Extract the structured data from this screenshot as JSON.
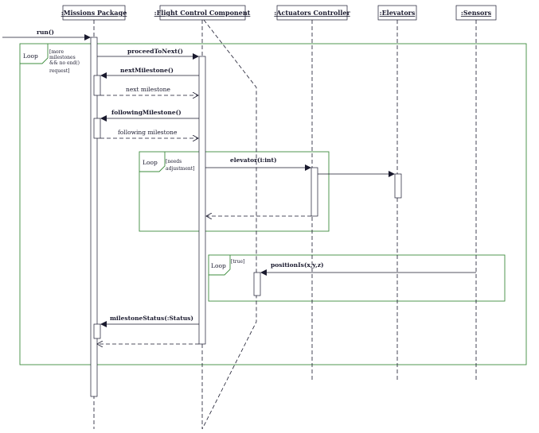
{
  "lifelines": [
    {
      "id": "missions",
      "label": ":Missions Package"
    },
    {
      "id": "flight",
      "label": ":Flight Control Component"
    },
    {
      "id": "actuators",
      "label": ":Actuators Controller"
    },
    {
      "id": "elevators",
      "label": ":Elevators"
    },
    {
      "id": "sensors",
      "label": ":Sensors"
    }
  ],
  "messages": {
    "run": "run()",
    "proceed": "proceedToNext()",
    "next_milestone_call": "nextMilestone()",
    "next_milestone_return": "next milestone",
    "following_call": "followingMilestone()",
    "following_return": "following  milestone",
    "elevator": "elevator(i:int)",
    "position": "positionIs(x,y,z)",
    "status": "milestoneStatus(:Status)"
  },
  "frames": {
    "outer": {
      "operator": "Loop",
      "guard_lines": [
        "[more",
        "milestones",
        "&& no end()",
        "request]"
      ]
    },
    "adjust": {
      "operator": "Loop",
      "guard_lines": [
        "[needs",
        "adjustment]"
      ]
    },
    "sensing": {
      "operator": "Loop",
      "guard_lines": [
        "[true]"
      ]
    }
  },
  "colors": {
    "ink": "#1a1a2e",
    "frame": "#3d8c3d",
    "activation_fill": "#ffffff"
  }
}
